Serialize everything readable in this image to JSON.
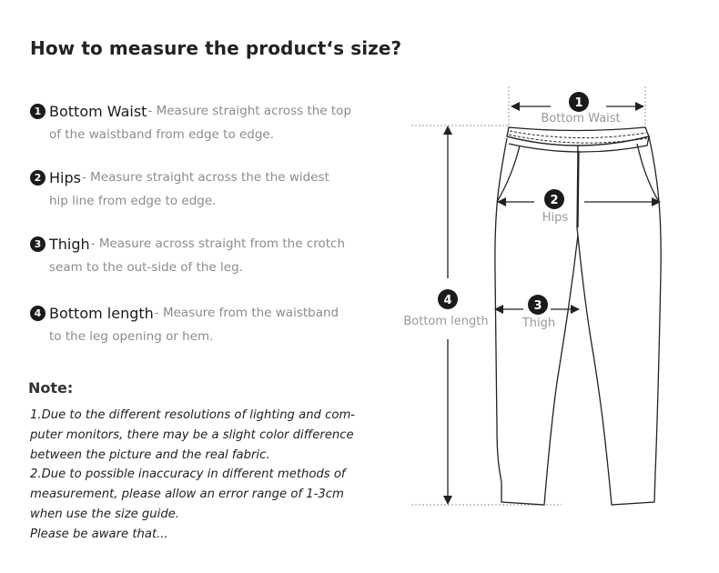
{
  "title": "How to measure the product‘s size?",
  "measurements": [
    {
      "number": "1",
      "name": "Bottom Waist",
      "desc": "- Measure straight across the top",
      "desc2": "of the waistband from edge to edge."
    },
    {
      "number": "2",
      "name": "Hips",
      "desc": "- Measure straight across the the widest",
      "desc2": "hip line from edge to edge."
    },
    {
      "number": "3",
      "name": "Thigh",
      "desc": "- Measure across straight from the crotch",
      "desc2": "seam to the out-side of the leg."
    },
    {
      "number": "4",
      "name": "Bottom length",
      "desc": "- Measure from the waistband",
      "desc2": "to the leg opening or hem."
    }
  ],
  "note": {
    "title": "Note:",
    "lines": [
      "1.Due to the different resolutions of lighting and com-",
      "puter monitors, there may be a slight color difference",
      "between the picture and the real fabric.",
      "2.Due to possible inaccuracy in different methods of",
      "measurement, please allow an error range of 1-3cm",
      "when use the size guide.",
      "Please be aware that..."
    ]
  },
  "diagram": {
    "labels": {
      "waist": "Bottom Waist",
      "hips": "Hips",
      "thigh": "Thigh",
      "length": "Bottom length"
    },
    "numbers": {
      "waist": "1",
      "hips": "2",
      "thigh": "3",
      "length": "4"
    }
  }
}
